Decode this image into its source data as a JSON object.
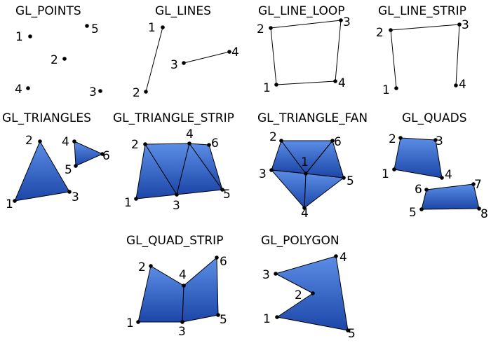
{
  "diagram": {
    "panels": [
      {
        "id": "points",
        "title": "GL_POINTS",
        "labels": [
          "1",
          "2",
          "3",
          "4",
          "5"
        ]
      },
      {
        "id": "lines",
        "title": "GL_LINES",
        "labels": [
          "1",
          "2",
          "3",
          "4"
        ]
      },
      {
        "id": "line_loop",
        "title": "GL_LINE_LOOP",
        "labels": [
          "1",
          "2",
          "3",
          "4"
        ]
      },
      {
        "id": "line_strip",
        "title": "GL_LINE_STRIP",
        "labels": [
          "1",
          "2",
          "3",
          "4"
        ]
      },
      {
        "id": "triangles",
        "title": "GL_TRIANGLES",
        "labels": [
          "1",
          "2",
          "3",
          "4",
          "5",
          "6"
        ]
      },
      {
        "id": "triangle_strip",
        "title": "GL_TRIANGLE_STRIP",
        "labels": [
          "1",
          "2",
          "3",
          "4",
          "5",
          "6"
        ]
      },
      {
        "id": "triangle_fan",
        "title": "GL_TRIANGLE_FAN",
        "labels": [
          "1",
          "2",
          "3",
          "4",
          "5",
          "6"
        ]
      },
      {
        "id": "quads",
        "title": "GL_QUADS",
        "labels": [
          "1",
          "2",
          "3",
          "4",
          "5",
          "6",
          "7",
          "8"
        ]
      },
      {
        "id": "quad_strip",
        "title": "GL_QUAD_STRIP",
        "labels": [
          "1",
          "2",
          "3",
          "4",
          "5",
          "6"
        ]
      },
      {
        "id": "polygon",
        "title": "GL_POLYGON",
        "labels": [
          "1",
          "2",
          "3",
          "4",
          "5"
        ]
      }
    ],
    "colors": {
      "fill_light": "#5b8ee6",
      "fill_dark": "#1c46a8",
      "stroke": "#000000",
      "vertex": "#000000",
      "background": "#ffffff"
    }
  }
}
